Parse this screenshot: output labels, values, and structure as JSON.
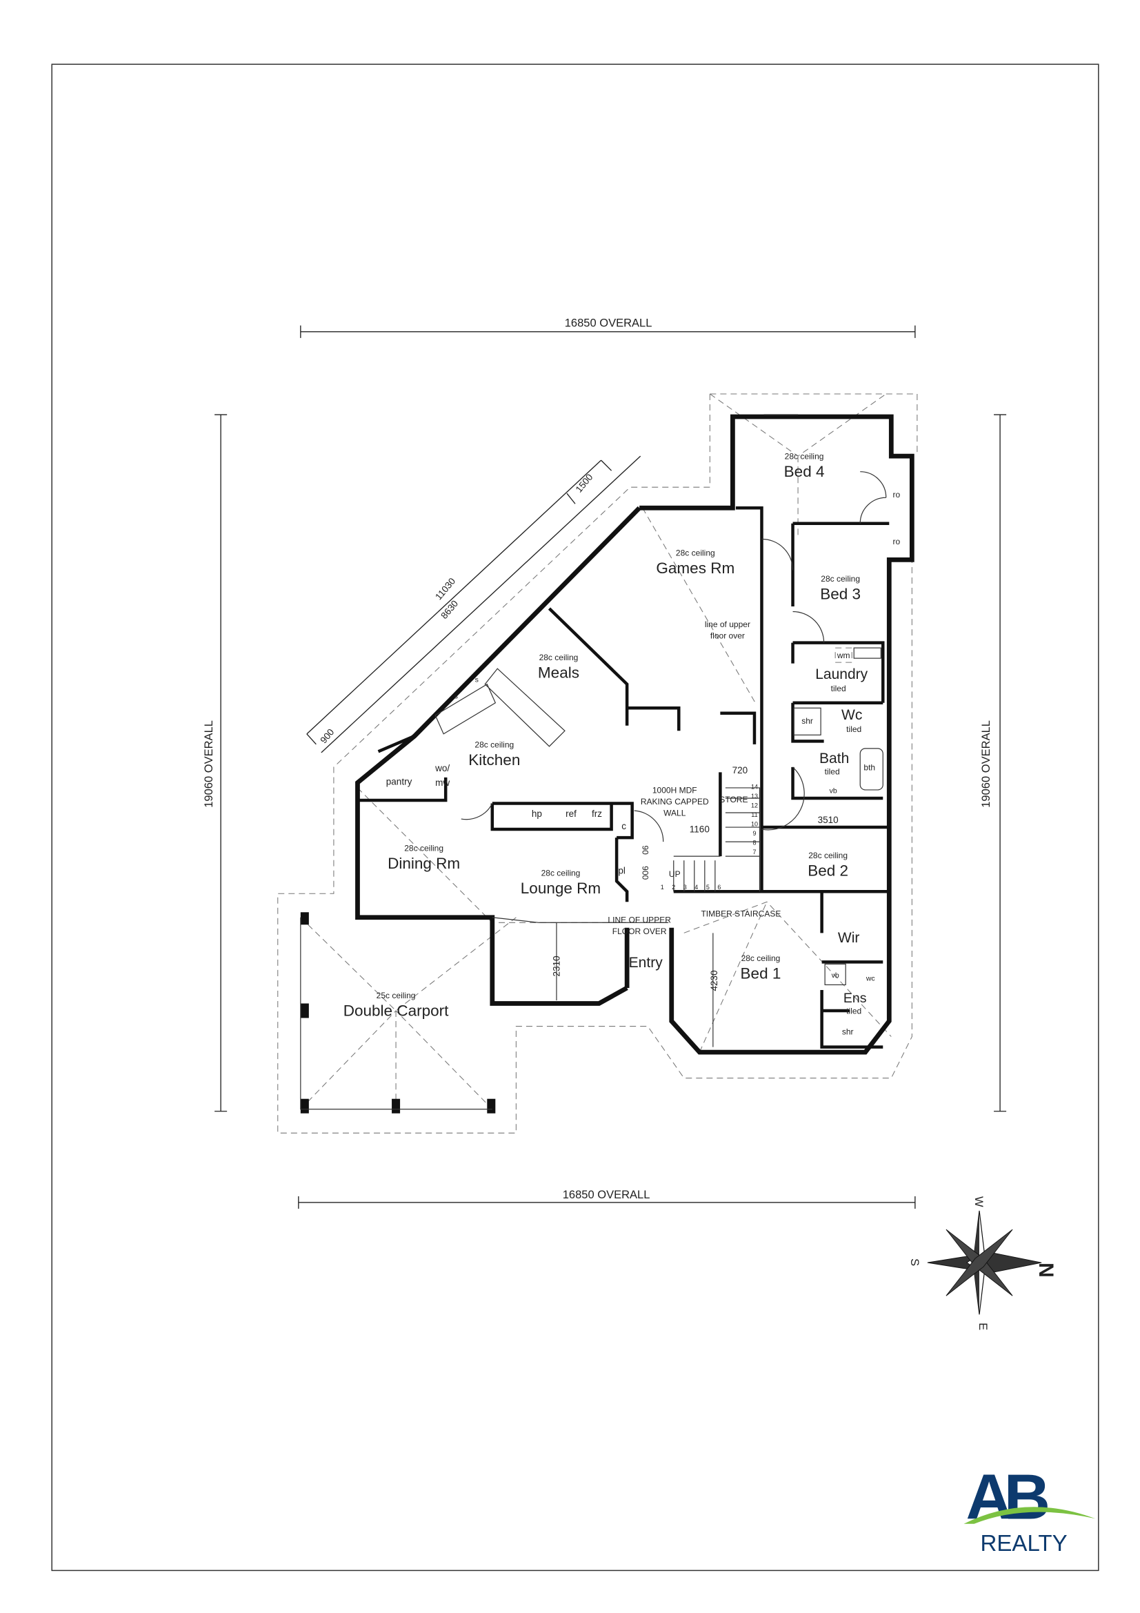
{
  "dimensions": {
    "top": "16850 OVERALL",
    "bottom": "16850 OVERALL",
    "left": "19060 OVERALL",
    "right": "19060 OVERALL",
    "diag_overall": "11030",
    "diag_inner": "8630",
    "diag_end": "1500",
    "diag_start": "900",
    "store_width": "720",
    "stair_width": "1160",
    "bed2_width": "3510",
    "hall_900": "900",
    "hall_90": "90",
    "lounge_depth": "2310",
    "bed1_depth": "4230"
  },
  "rooms": [
    {
      "name": "Bed 4",
      "ceiling": "28c ceiling"
    },
    {
      "name": "Bed 3",
      "ceiling": "28c ceiling"
    },
    {
      "name": "Games Rm",
      "ceiling": "28c ceiling"
    },
    {
      "name": "Meals",
      "ceiling": "28c ceiling"
    },
    {
      "name": "Kitchen",
      "ceiling": "28c ceiling"
    },
    {
      "name": "Dining Rm",
      "ceiling": "28c ceiling"
    },
    {
      "name": "Lounge Rm",
      "ceiling": "28c ceiling"
    },
    {
      "name": "Bed 2",
      "ceiling": "28c ceiling"
    },
    {
      "name": "Bed 1",
      "ceiling": "28c ceiling"
    },
    {
      "name": "Double Carport",
      "ceiling": "25c ceiling"
    }
  ],
  "wet_areas": {
    "laundry": "Laundry",
    "laundry_note": "tiled",
    "wc": "Wc",
    "wc_note": "tiled",
    "bath": "Bath",
    "bath_note": "tiled",
    "ens": "Ens",
    "ens_note": "tiled",
    "wir": "Wir",
    "entry": "Entry"
  },
  "fixtures": {
    "shr_bath": "shr",
    "bth": "bth",
    "wm": "wm",
    "ro_1": "ro",
    "ro_2": "ro",
    "pantry": "pantry",
    "wo": "wo/",
    "mw": "mw",
    "hp": "hp",
    "ref": "ref",
    "frz": "frz",
    "c": "c",
    "pl": "pl",
    "store": "STORE",
    "up": "UP",
    "shr_ens": "shr",
    "vb_bath": "vb",
    "vb_ens": "vb",
    "wc_ens": "wc",
    "s1": "s",
    "s2": "s"
  },
  "stairs": [
    "1",
    "2",
    "3",
    "4",
    "5",
    "6",
    "7",
    "8",
    "9",
    "10",
    "11",
    "12",
    "13",
    "14"
  ],
  "notes": {
    "mdf_1": "1000H MDF",
    "mdf_2": "RAKING CAPPED",
    "mdf_3": "WALL",
    "upper_1": "LINE OF UPPER",
    "upper_2": "FLOOR OVER",
    "timber": "TIMBER STAIRCASE",
    "games_upper_1": "line of upper",
    "games_upper_2": "floor over"
  },
  "compass": {
    "n": "N",
    "s": "S",
    "e": "E",
    "w": "W"
  },
  "logo": {
    "letters": "AB",
    "word": "REALTY",
    "navy": "#0d3a6e",
    "green": "#7cc242"
  }
}
